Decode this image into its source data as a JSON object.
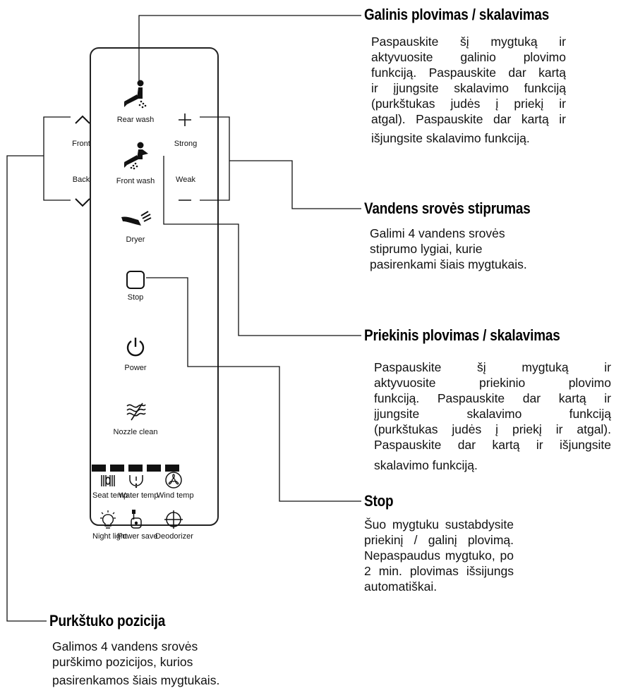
{
  "panel": {
    "rear_wash": "Rear wash",
    "front_wash": "Front wash",
    "front": "Front",
    "back": "Back",
    "strong": "Strong",
    "weak": "Weak",
    "dryer": "Dryer",
    "stop": "Stop",
    "power": "Power",
    "nozzle_clean": "Nozzle clean",
    "seat_temp": "Seat temp",
    "water_temp": "Water temp",
    "wind_temp": "Wind temp",
    "night_light": "Night light",
    "power_save": "Power save",
    "deodorizer": "Deodorizer"
  },
  "callouts": {
    "rear": {
      "title": "Galinis plovimas / skalavimas",
      "lines": [
        "Paspauskite šį mygtuką ir",
        "aktyvuosite galinio plovimo",
        "funkciją. Paspauskite dar kartą",
        "ir įjungsite skalavimo funkciją",
        "(purkštukas judės į priekį ir",
        "atgal). Paspauskite dar kartą ir",
        "išjungsite skalavimo funkciją."
      ]
    },
    "strength": {
      "title": "Vandens srovės stiprumas",
      "lines": [
        "Galimi 4 vandens srovės",
        "stiprumo lygiai, kurie",
        "pasirenkami šiais mygtukais."
      ]
    },
    "front": {
      "title": "Priekinis plovimas / skalavimas",
      "lines": [
        "Paspauskite šį mygtuką ir",
        "aktyvuosite priekinio plovimo",
        "funkciją. Paspauskite dar kartą ir",
        "įjungsite skalavimo funkciją",
        "(purkštukas judės į priekį ir atgal).",
        "Paspauskite dar kartą ir išjungsite",
        "skalavimo funkciją."
      ]
    },
    "stop": {
      "title": "Stop",
      "lines": [
        "Šuo mygtuku sustabdysite",
        "priekinį / galinį plovimą.",
        "Nepaspaudus mygtuko, po",
        "2 min. plovimas išsijungs",
        "automatiškai."
      ]
    },
    "nozzle": {
      "title": "Purkštuko pozicija",
      "lines": [
        "Galimos 4 vandens srovės",
        "purškimo pozicijos, kurios",
        "pasirenkamos šiais mygtukais."
      ]
    }
  },
  "icons": [
    "rear-wash-icon",
    "front-wash-icon",
    "chevron-up-icon",
    "chevron-down-icon",
    "plus-icon",
    "minus-icon",
    "dryer-icon",
    "stop-icon",
    "power-icon",
    "nozzle-clean-icon",
    "seat-temp-icon",
    "water-temp-icon",
    "wind-temp-icon",
    "night-light-icon",
    "power-save-icon",
    "deodorizer-icon"
  ],
  "colors": {
    "ink": "#111111",
    "panel_border": "#222222"
  }
}
